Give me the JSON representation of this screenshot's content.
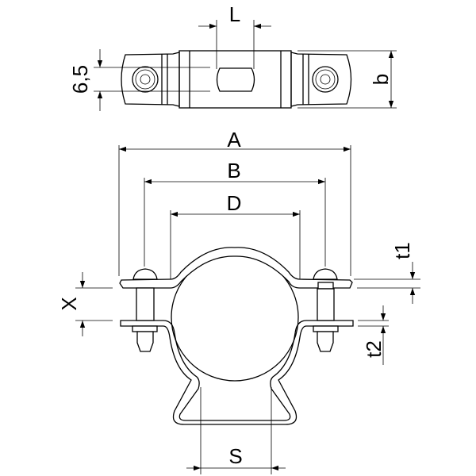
{
  "labels": {
    "L": "L",
    "six_five": "6,5",
    "b": "b",
    "A": "A",
    "B": "B",
    "D": "D",
    "t1": "t1",
    "X": "X",
    "t2": "t2",
    "S": "S"
  },
  "colors": {
    "line": "#000000",
    "background": "#ffffff"
  }
}
